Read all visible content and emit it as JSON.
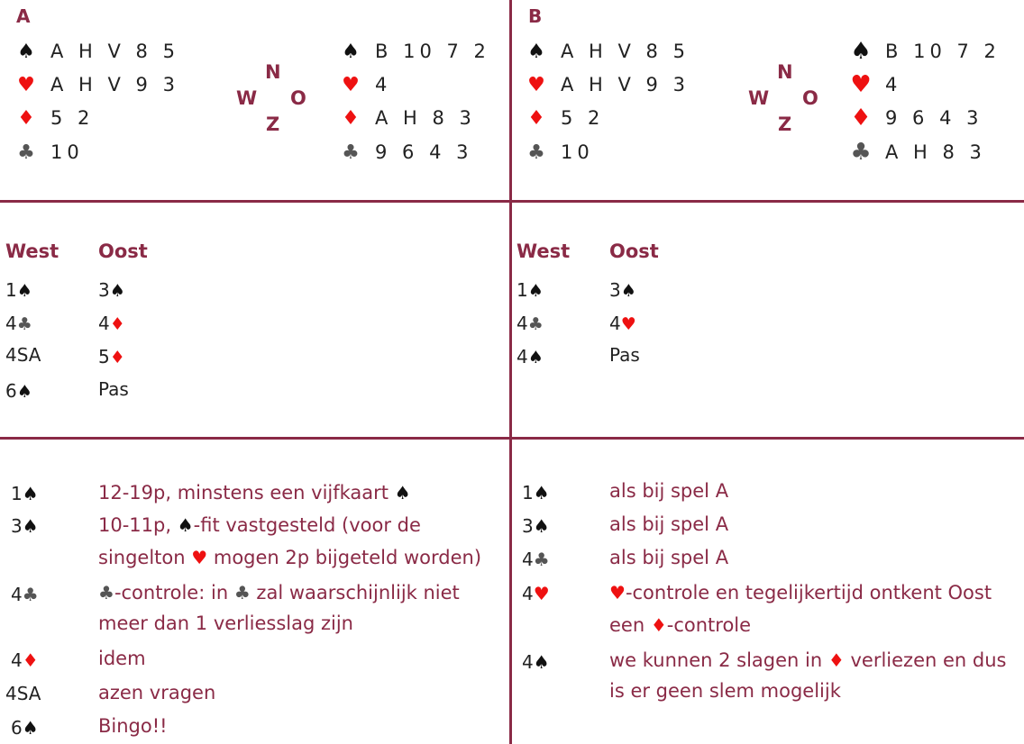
{
  "deals": [
    {
      "title": "A",
      "west": [
        {
          "suit": "♠",
          "color": "black",
          "cards": "A H V 8 5"
        },
        {
          "suit": "♥",
          "color": "red",
          "cards": "A H V 9 3"
        },
        {
          "suit": "♦",
          "color": "red",
          "cards": "5 2"
        },
        {
          "suit": "♣",
          "color": "club",
          "cards": "10"
        }
      ],
      "east": [
        {
          "suit": "♠",
          "color": "black",
          "cards": "B 10 7 2"
        },
        {
          "suit": "♥",
          "color": "red",
          "cards": "4"
        },
        {
          "suit": "♦",
          "color": "red",
          "cards": "A H 8 3"
        },
        {
          "suit": "♣",
          "color": "club",
          "cards": "9 6 4 3"
        }
      ],
      "compass": {
        "n": "N",
        "w": "W",
        "o": "O",
        "z": "Z"
      },
      "bidding": {
        "header_west": "West",
        "header_east": "Oost",
        "west": [
          {
            "level": "1",
            "suit": "♠",
            "color": "black"
          },
          {
            "level": "4",
            "suit": "♣",
            "color": "club"
          },
          {
            "level": "4SA",
            "suit": "",
            "color": "black"
          },
          {
            "level": "6",
            "suit": "♠",
            "color": "black"
          }
        ],
        "east": [
          {
            "level": "3",
            "suit": "♠",
            "color": "black"
          },
          {
            "level": "4",
            "suit": "♦",
            "color": "red"
          },
          {
            "level": "5",
            "suit": "♦",
            "color": "red"
          },
          {
            "level": "Pas",
            "suit": "",
            "color": "black"
          }
        ]
      },
      "explanations": [
        {
          "bid": "1",
          "suit": "♠",
          "suit_color": "black",
          "lines": [
            [
              "12-19p, minstens een vijfkaart ",
              "♠",
              ""
            ]
          ]
        },
        {
          "bid": "3",
          "suit": "♠",
          "suit_color": "black",
          "lines": [
            [
              "",
              "♠",
              "-fit vastgesteld (voor de"
            ],
            [
              "singelton ",
              "♥",
              " mogen 2p bijgeteld worden)"
            ]
          ],
          "prefix": "10-11p, "
        },
        {
          "bid": "4",
          "suit": "♣",
          "suit_color": "club",
          "lines": [
            [
              "",
              "♣",
              "-controle: in "
            ],
            [
              "meer dan 1 verliesslag zijn",
              "",
              ""
            ]
          ],
          "after_club": "♣",
          "after_club_text": " zal waarschijnlijk niet"
        },
        {
          "bid": "4",
          "suit": "♦",
          "suit_color": "red",
          "lines": [
            [
              "idem",
              "",
              ""
            ]
          ]
        },
        {
          "bid": "4SA",
          "suit": "",
          "suit_color": "black",
          "lines": [
            [
              "azen vragen",
              "",
              ""
            ]
          ]
        },
        {
          "bid": "6",
          "suit": "♠",
          "suit_color": "black",
          "lines": [
            [
              "Bingo!!",
              "",
              ""
            ]
          ]
        }
      ]
    },
    {
      "title": "B",
      "west": [
        {
          "suit": "♠",
          "color": "black",
          "cards": "A H V 8 5"
        },
        {
          "suit": "♥",
          "color": "red",
          "cards": "A H V 9 3"
        },
        {
          "suit": "♦",
          "color": "red",
          "cards": "5 2"
        },
        {
          "suit": "♣",
          "color": "club",
          "cards": "10"
        }
      ],
      "east": [
        {
          "suit": "♠",
          "color": "black",
          "cards": "B 10 7 2"
        },
        {
          "suit": "♥",
          "color": "red",
          "cards": "4"
        },
        {
          "suit": "♦",
          "color": "red",
          "cards": "9 6 4 3"
        },
        {
          "suit": "♣",
          "color": "club",
          "cards": "A H 8 3"
        }
      ],
      "compass": {
        "n": "N",
        "w": "W",
        "o": "O",
        "z": "Z"
      },
      "bidding": {
        "header_west": "West",
        "header_east": "Oost",
        "west": [
          {
            "level": "1",
            "suit": "♠",
            "color": "black"
          },
          {
            "level": "4",
            "suit": "♣",
            "color": "club"
          },
          {
            "level": "4",
            "suit": "♠",
            "color": "black"
          }
        ],
        "east": [
          {
            "level": "3",
            "suit": "♠",
            "color": "black"
          },
          {
            "level": "4",
            "suit": "♥",
            "color": "red"
          },
          {
            "level": "Pas",
            "suit": "",
            "color": "black"
          }
        ]
      },
      "explanations": [
        {
          "bid": "1",
          "suit": "♠",
          "suit_color": "black",
          "text": "als bij spel A"
        },
        {
          "bid": "3",
          "suit": "♠",
          "suit_color": "black",
          "text": "als bij spel A"
        },
        {
          "bid": "4",
          "suit": "♣",
          "suit_color": "club",
          "text": "als bij spel A"
        },
        {
          "bid": "4",
          "suit": "♥",
          "suit_color": "red",
          "line1_sym": "♥",
          "line1": "-controle en tegelijkertijd ontkent Oost",
          "line2_pre": "een ",
          "line2_sym": "♦",
          "line2": "-controle"
        },
        {
          "bid": "4",
          "suit": "♠",
          "suit_color": "black",
          "line1": "we kunnen 2 slagen in ",
          "line1_sym": "♦",
          "line1_post": " verliezen en dus",
          "line2": "is er geen slem mogelijk"
        }
      ]
    }
  ]
}
